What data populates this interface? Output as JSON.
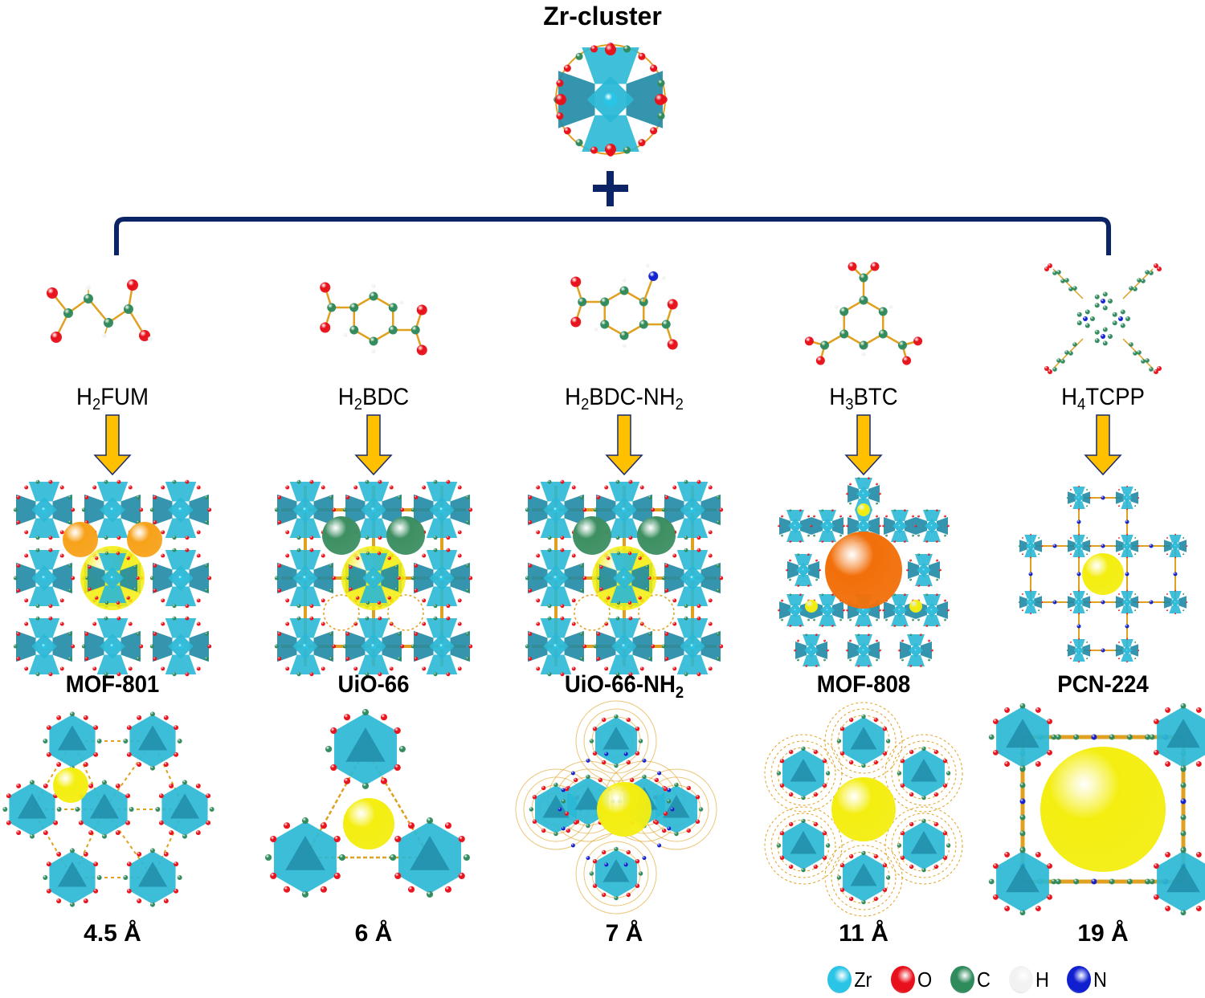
{
  "title": "Zr-cluster",
  "connector": "+",
  "ligands": [
    {
      "id": "fum",
      "label_main": "H",
      "label_sub": "2",
      "label_rest": "FUM",
      "label_sub2": "",
      "mof_name": "MOF-801",
      "mof_sub": "",
      "pore_size": "4.5 Å",
      "pore_color": "#f7a21a"
    },
    {
      "id": "bdc",
      "label_main": "H",
      "label_sub": "2",
      "label_rest": "BDC",
      "label_sub2": "",
      "mof_name": "UiO-66",
      "mof_sub": "",
      "pore_size": "6 Å",
      "pore_color": "#3d8f62"
    },
    {
      "id": "bdcnh2",
      "label_main": "H",
      "label_sub": "2",
      "label_rest": "BDC-NH",
      "label_sub2": "2",
      "mof_name": "UiO-66-NH",
      "mof_sub": "2",
      "pore_size": "7 Å",
      "pore_color": "#3d8f62"
    },
    {
      "id": "btc",
      "label_main": "H",
      "label_sub": "3",
      "label_rest": "BTC",
      "label_sub2": "",
      "mof_name": "MOF-808",
      "mof_sub": "",
      "pore_size": "11 Å",
      "pore_color": "#f26f0a"
    },
    {
      "id": "tcpp",
      "label_main": "H",
      "label_sub": "4",
      "label_rest": "TCPP",
      "label_sub2": "",
      "mof_name": "PCN-224",
      "mof_sub": "",
      "pore_size": "19 Å",
      "pore_color": "#f4ee10"
    }
  ],
  "legend": [
    {
      "element": "Zr",
      "color": "#29c4e6"
    },
    {
      "element": "O",
      "color": "#e8101a"
    },
    {
      "element": "C",
      "color": "#2f8a5c"
    },
    {
      "element": "H",
      "color": "#f2f2f2"
    },
    {
      "element": "N",
      "color": "#1020d0"
    }
  ],
  "colors": {
    "bracket": "#0b2466",
    "arrow_fill": "#ffc000",
    "arrow_stroke": "#1a2a6c",
    "polyhedron": "#2bb8d6",
    "polyhedron_dark": "#1f8aa6",
    "bond": "#e0a020",
    "pore_main": "#f4ee10"
  }
}
